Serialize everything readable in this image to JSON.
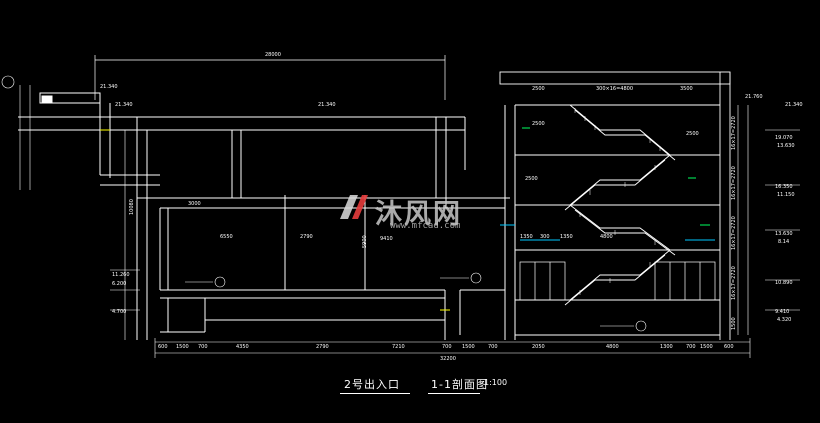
{
  "caption": {
    "title": "2号出入口",
    "view": "1-1剖面图",
    "scale": "1:100"
  },
  "watermark": {
    "text": "沐风网",
    "url": "www.mfcad.com"
  },
  "dimensions": {
    "top_overall": "28000",
    "bottom_overall": "32200",
    "bottom_chain": [
      "600",
      "1500",
      "700",
      "4350",
      "2790",
      "7210",
      "700",
      "1500",
      "700",
      "2050",
      "4800",
      "1300",
      "700",
      "1500",
      "600"
    ],
    "mid_span_a": "3000",
    "mid_span_b": "6550",
    "mid_span_c": "2790",
    "mid_span_d": "9410",
    "mid_height": "5900",
    "left_height": "10080",
    "stair_labels": [
      "2500",
      "300×16=4800",
      "3500",
      "2500",
      "2500",
      "2500",
      "1350",
      "300",
      "1350",
      "4800"
    ],
    "right_heights": [
      "16×17=2720",
      "16×17=2720",
      "16×17=2720",
      "16×17=2720",
      "1500"
    ]
  },
  "levels": {
    "left": [
      "21.340",
      "21.340",
      "21.340",
      "11.260",
      "6.200",
      "4.700"
    ],
    "right": [
      "21.760",
      "21.340",
      "19.070",
      "13.630",
      "16.350",
      "11.150",
      "13.630",
      "8.14",
      "10.890",
      "9.410",
      "4.320"
    ]
  },
  "colors": {
    "background": "#000000",
    "line": "#ffffff",
    "cyan": "#00c8ff",
    "green": "#00ff60",
    "yellow": "#ffff00",
    "red": "#ff3030",
    "magenta": "#ff40ff"
  }
}
